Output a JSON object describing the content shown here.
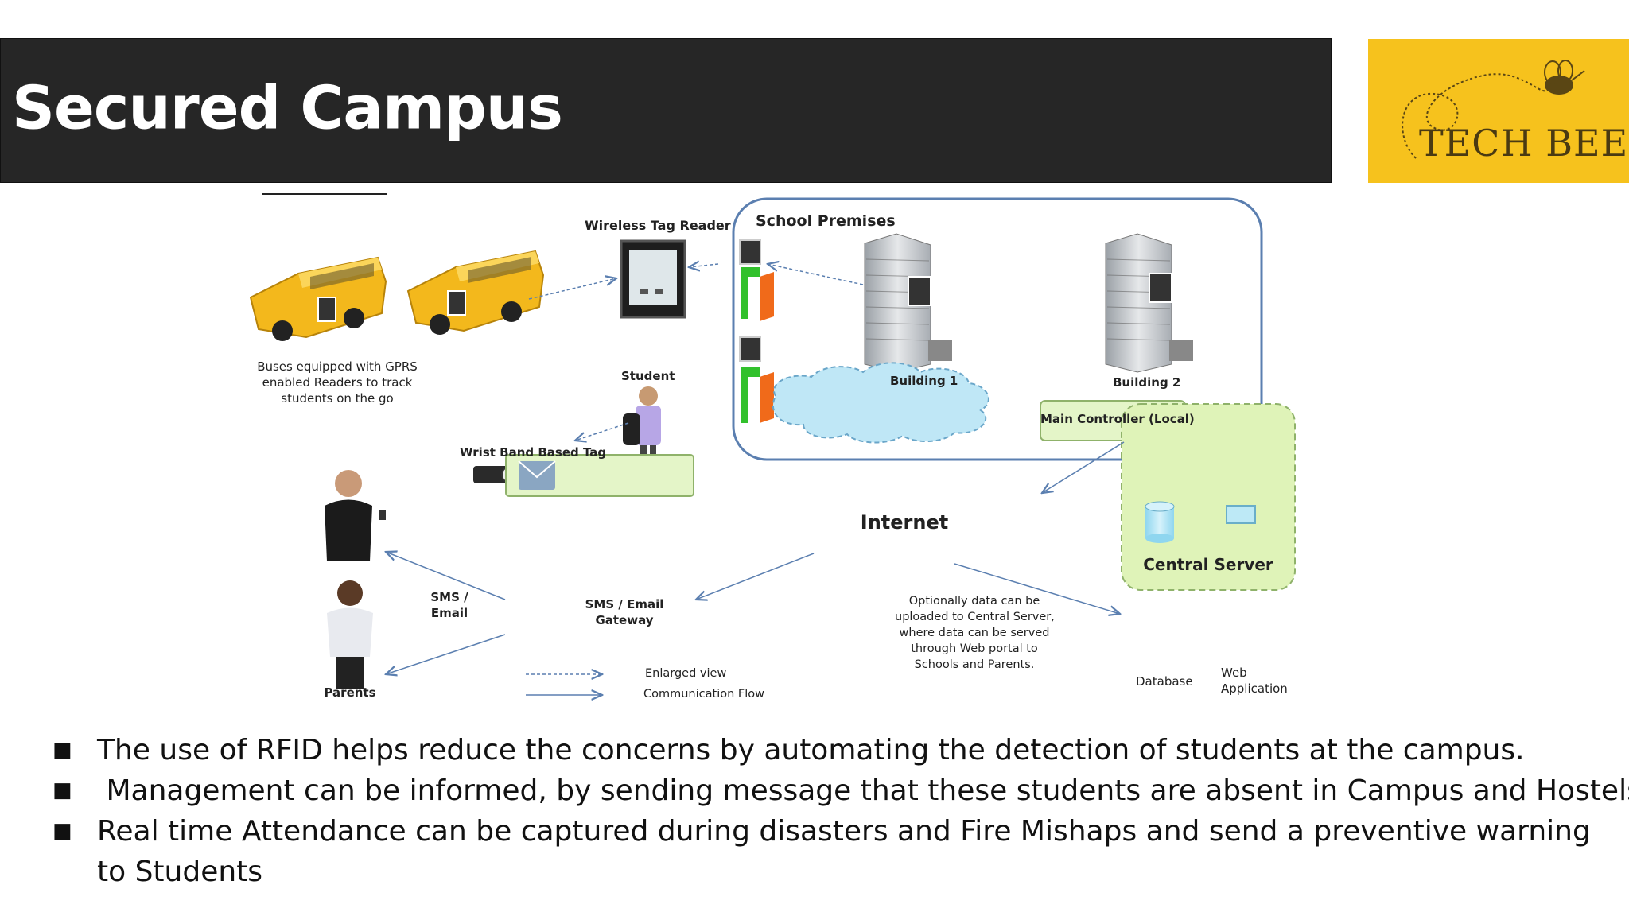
{
  "slide": {
    "title": "Secured Campus"
  },
  "logo": {
    "text": "TECH BEE"
  },
  "diagram": {
    "labels": {
      "wireless_tag_reader": "Wireless Tag Reader",
      "school_premises": "School Premises",
      "buses_line1": "Buses  equipped  with GPRS",
      "buses_line2": "enabled Readers to track",
      "buses_line3": "students on the go",
      "student": "Student",
      "building1": "Building 1",
      "building2": "Building 2",
      "main_controller": "Main Controller (Local)",
      "wrist_band_tag": "Wrist Band Based Tag",
      "internet": "Internet",
      "central_server": "Central Server",
      "sms_email_line1": "SMS /",
      "sms_email_line2": "Email",
      "gateway_line1": "SMS / Email",
      "gateway_line2": "Gateway",
      "optional_line1": "Optionally data can be",
      "optional_line2": "uploaded to Central Server,",
      "optional_line3": "where data can be served",
      "optional_line4": "through Web portal to",
      "optional_line5": "Schools and Parents.",
      "database": "Database",
      "web_line1": "Web",
      "web_line2": "Application",
      "parents": "Parents",
      "enlarged_view": "Enlarged view",
      "communication_flow": "Communication Flow",
      "sms_icon": "SMS"
    }
  },
  "bullets": [
    "The use of RFID helps reduce the concerns by automating the detection of students at the campus.",
    " Management can be informed, by sending message that these students are absent in Campus and Hostels.",
    "Real time Attendance can be captured during disasters and Fire Mishaps and send a preventive warning to Students"
  ],
  "colors": {
    "title_bar": "#262626",
    "logo_bg": "#f6c21d",
    "premises_border": "#5b7fb0",
    "controller_fill": "#e4f5c8",
    "cloud_fill": "#bfe7f6",
    "server_fill": "#dff3b8"
  },
  "icons": [
    "bus-icon",
    "tag-reader-icon",
    "building-icon",
    "gate-icon",
    "student-icon",
    "wristband-icon",
    "person-phone-icon",
    "envelope-icon",
    "database-icon",
    "web-app-icon",
    "bee-icon"
  ]
}
